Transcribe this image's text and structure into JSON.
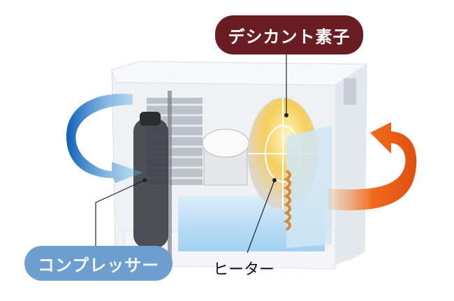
{
  "labels": {
    "desiccant": "デシカント素子",
    "compressor": "コンプレッサー",
    "heater": "ヒーター"
  },
  "colors": {
    "desiccant_label": "#6a1e24",
    "compressor_label": "#6c9fcf",
    "cold_air_arrow": "#1a74c9",
    "warm_air_arrow": "#f06a1c"
  }
}
